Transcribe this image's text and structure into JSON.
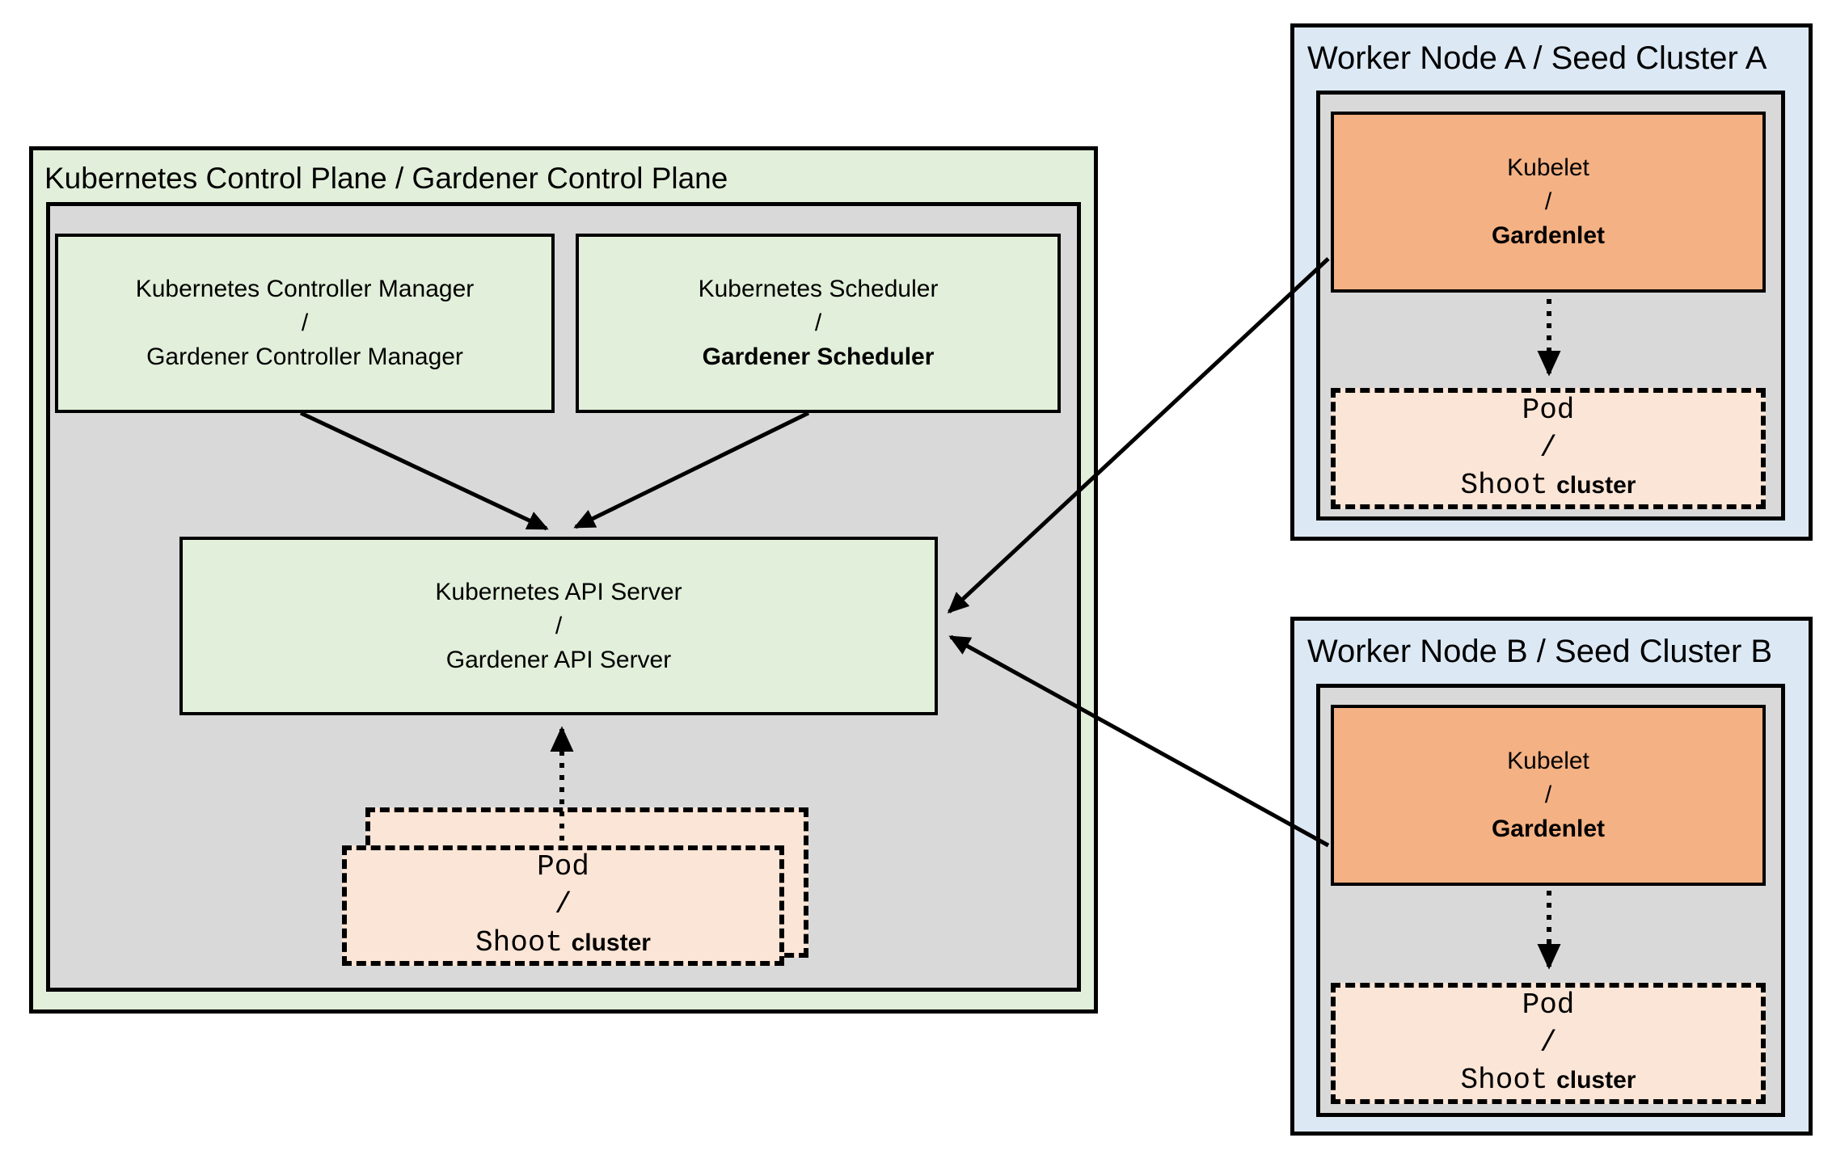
{
  "colors": {
    "green_fill": "#e2efda",
    "gray_fill": "#d9d9d9",
    "blue_fill": "#dce9f5",
    "orange_fill": "#f4b183",
    "peach_fill": "#fbe5d6",
    "line": "#000000"
  },
  "control_plane": {
    "title": "Kubernetes Control Plane / Gardener Control Plane",
    "controller_manager": {
      "line1": "Kubernetes Controller Manager",
      "sep": "/",
      "line2": "Gardener Controller Manager"
    },
    "scheduler": {
      "line1": "Kubernetes Scheduler",
      "sep": "/",
      "line2": "Gardener Scheduler"
    },
    "api_server": {
      "line1": "Kubernetes API Server",
      "sep": "/",
      "line2": "Gardener API Server"
    },
    "pod": {
      "line1": "Pod",
      "sep": "/",
      "line2_mono": "Shoot",
      "line2_sans": "cluster"
    }
  },
  "worker_node_a": {
    "title": "Worker Node A / Seed Cluster A",
    "kubelet": {
      "line1": "Kubelet",
      "sep": "/",
      "line2": "Gardenlet"
    },
    "pod": {
      "line1": "Pod",
      "sep": "/",
      "line2_mono": "Shoot",
      "line2_sans": "cluster"
    }
  },
  "worker_node_b": {
    "title": "Worker Node B / Seed Cluster B",
    "kubelet": {
      "line1": "Kubelet",
      "sep": "/",
      "line2": "Gardenlet"
    },
    "pod": {
      "line1": "Pod",
      "sep": "/",
      "line2_mono": "Shoot",
      "line2_sans": "cluster"
    }
  },
  "edges": [
    {
      "from": "kubernetes-controller-manager",
      "to": "api-server",
      "style": "solid-arrow"
    },
    {
      "from": "kubernetes-scheduler",
      "to": "api-server",
      "style": "solid-arrow"
    },
    {
      "from": "pod-shoot-cluster-control-plane",
      "to": "api-server",
      "style": "dotted-arrow"
    },
    {
      "from": "kubelet-gardenlet-a",
      "to": "api-server",
      "style": "solid-arrow"
    },
    {
      "from": "kubelet-gardenlet-b",
      "to": "api-server",
      "style": "solid-arrow"
    },
    {
      "from": "kubelet-gardenlet-a",
      "to": "pod-shoot-cluster-a",
      "style": "dotted-arrow"
    },
    {
      "from": "kubelet-gardenlet-b",
      "to": "pod-shoot-cluster-b",
      "style": "dotted-arrow"
    }
  ]
}
